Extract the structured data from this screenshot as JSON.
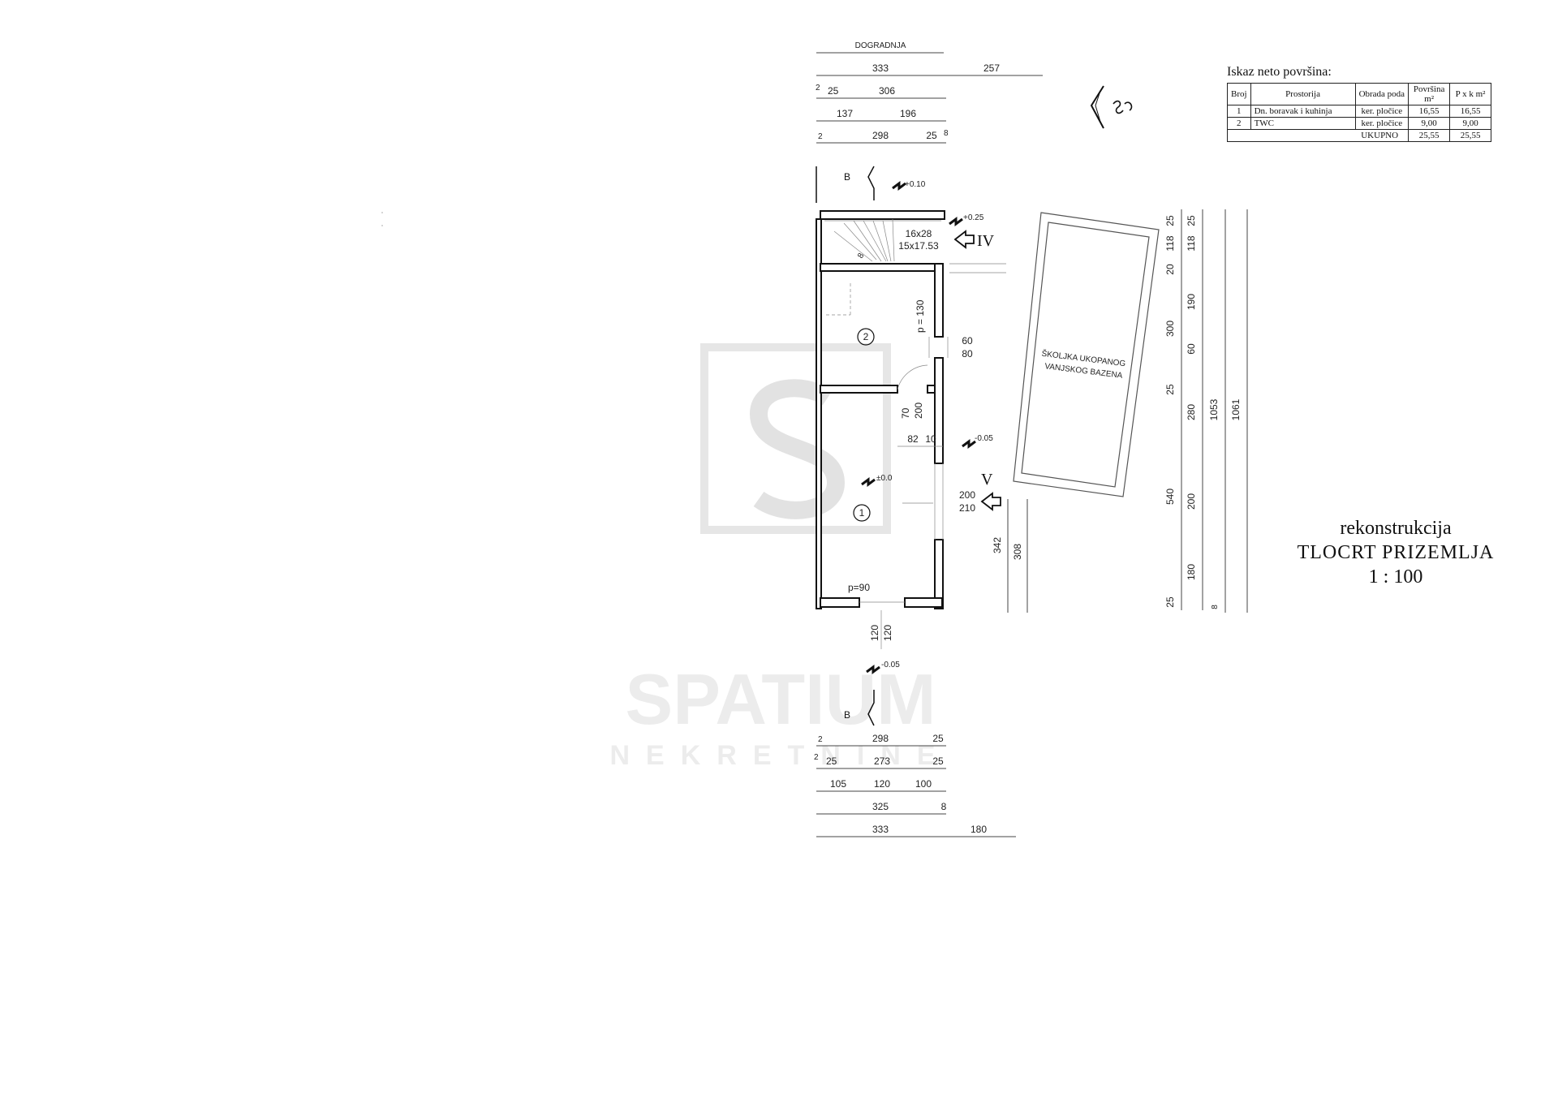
{
  "plan": {
    "top_label": "DOGRADNJA",
    "top_dims": {
      "row1": [
        "333",
        "257"
      ],
      "row2": [
        "2",
        "25",
        "306"
      ],
      "row3": [
        "137",
        "196"
      ],
      "row4": [
        "2",
        "298",
        "25",
        "8"
      ]
    },
    "bottom_dims": {
      "row1": [
        "2",
        "298",
        "25"
      ],
      "row2": [
        "2",
        "25",
        "273",
        "25"
      ],
      "row3": [
        "105",
        "120",
        "100"
      ],
      "row4": [
        "325",
        "8"
      ],
      "row5": [
        "333",
        "180"
      ]
    },
    "section_marker": "B",
    "elevations": [
      "+0.10",
      "+0.25",
      "-0.05",
      "±0.0",
      "-0.05"
    ],
    "stair": [
      "16x28",
      "15x17.53"
    ],
    "views": [
      "IV",
      "V"
    ],
    "rooms": [
      "2",
      "1"
    ],
    "openings": {
      "upper_door_p": "p = 130",
      "window_60_80": [
        "60",
        "80"
      ],
      "door_70_200": [
        "70",
        "200"
      ],
      "dims_82_10": [
        "82",
        "10"
      ],
      "window_200_210": [
        "200",
        "210"
      ],
      "bottom_door_p": "p=90",
      "bottom_120": [
        "120",
        "120"
      ],
      "left_dim_342": "342",
      "left_dim_308": "308",
      "small_8": "8"
    },
    "pool_label": [
      "ŠKOLJKA UKOPANOG",
      "VANJSKOG BAZENA"
    ],
    "right_dims": {
      "col1": [
        "25",
        "118",
        "20",
        "300",
        "25",
        "540",
        "25"
      ],
      "col2": [
        "25",
        "118",
        "190",
        "60",
        "280",
        "200",
        "180"
      ],
      "col3": [
        "1053",
        "8"
      ],
      "col4": [
        "1061"
      ]
    },
    "watermark": [
      "SPATIUM",
      "NEKRETNINE"
    ]
  },
  "area_table": {
    "title": "Iskaz neto površina:",
    "headers": [
      "Broj",
      "Prostorija",
      "Obrada poda",
      "Površina m²",
      "P x k m²"
    ],
    "rows": [
      [
        "1",
        "Dn. boravak i kuhinja",
        "ker. pločice",
        "16,55",
        "16,55"
      ],
      [
        "2",
        "TWC",
        "ker. pločice",
        "9,00",
        "9,00"
      ]
    ],
    "total": [
      "UKUPNO",
      "25,55",
      "25,55"
    ]
  },
  "title_block": {
    "line1": "rekonstrukcija",
    "line2": "TLOCRT  PRIZEMLJA",
    "line3": "1 : 100"
  },
  "colors": {
    "ink": "#111111",
    "watermark": "#e6e6e6",
    "background": "#ffffff"
  }
}
